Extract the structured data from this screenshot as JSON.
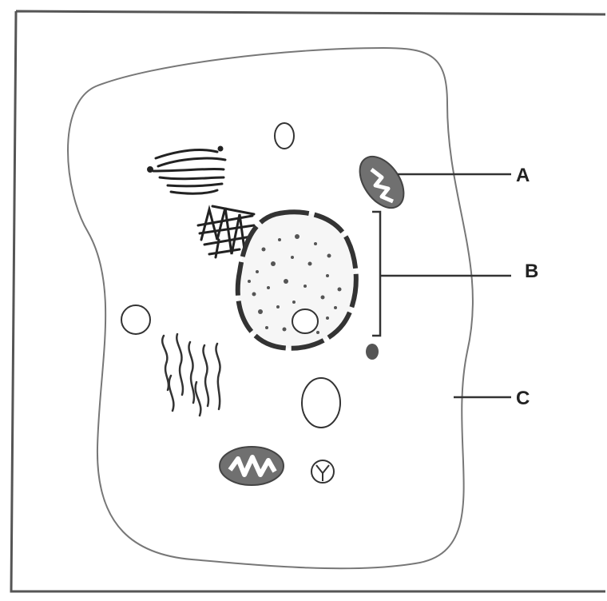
{
  "labels": {
    "a": "A",
    "b": "B",
    "c": "C"
  },
  "colors": {
    "frame": "#5a5a5a",
    "membrane": "#7a7a7a",
    "organelle_outline": "#333333",
    "mitochondrion_fill": "#6f6f6f",
    "ink": "#222222"
  }
}
